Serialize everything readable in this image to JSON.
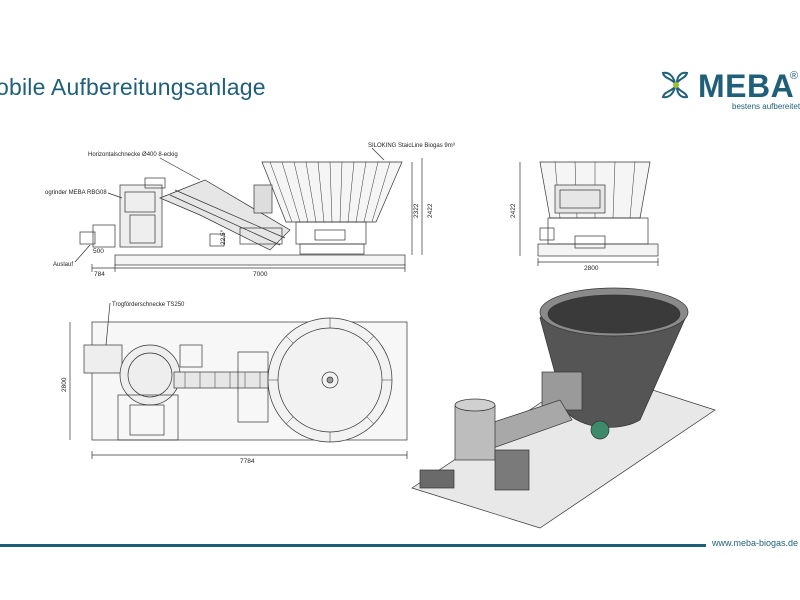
{
  "title": "obile Aufbereitungsanlage",
  "logo": {
    "brand": "MEBA",
    "reg": "®",
    "slogan": "bestens aufbereitet"
  },
  "labels": {
    "horizontal_screw": "Horizontalschnecke Ø400 8-eckig",
    "siloking": "SILOKING StaicLine Biogas 9m³",
    "grinder": "ogrinder MEBA RBG08",
    "outlet": "Auslauf",
    "trough_screw": "Trogförderschnecke TS250"
  },
  "dimensions": {
    "d784": "784",
    "d7000": "7000",
    "d2322": "2322",
    "d2422": "2422",
    "d2422b": "2422",
    "d2800": "2800",
    "d2800b": "2800",
    "d7784": "7784",
    "d500": "500",
    "angle": "22,5°"
  },
  "footer": {
    "url": "www.meba-biogas.de"
  }
}
